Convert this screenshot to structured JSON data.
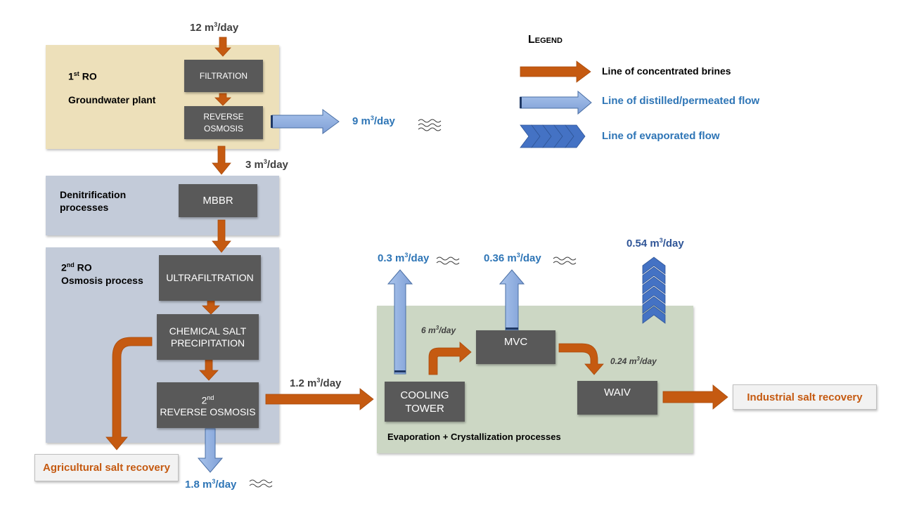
{
  "legend": {
    "title": "Legend",
    "items": [
      {
        "label": "Line of concentrated brines",
        "color": "#c55a11"
      },
      {
        "label": "Line of distilled/permeated flow",
        "color": "#8faadc"
      },
      {
        "label": "Line of evaporated flow",
        "color": "#4472c4"
      }
    ]
  },
  "sections": {
    "ro1": {
      "line1": "1",
      "line1_sup": "st",
      "line1_rest": " RO",
      "line2": "Groundwater plant"
    },
    "denitrification": {
      "label": "Denitrification processes"
    },
    "ro2": {
      "line1": "2",
      "line1_sup": "nd",
      "line1_rest": " RO",
      "line2": "Osmosis process"
    },
    "evaporation": {
      "label": "Evaporation + Crystallization processes"
    }
  },
  "boxes": {
    "filtration": "FILTRATION",
    "reverse_osmosis_1": "REVERSE",
    "reverse_osmosis_2": "OSMOSIS",
    "mbbr": "MBBR",
    "ultrafiltration": "ULTRAFILTRATION",
    "chem_1": "CHEMICAL SALT",
    "chem_2": "PRECIPITATION",
    "ro2_num": "2",
    "ro2_sup": "nd",
    "ro2_text": "REVERSE OSMOSIS",
    "cooling_1": "COOLING",
    "cooling_2": "TOWER",
    "mvc": "MVC",
    "waiv": "WAIV"
  },
  "flows": {
    "inflow": "12 m",
    "permeate_ro1": "9 m",
    "brine_ro1": "3 m",
    "brine_ro2": "1.2 m",
    "permeate_ro2": "1.8 m",
    "cooling_vapor": "0.3 m",
    "mvc_vapor": "0.36 m",
    "waiv_evaporated": "0.54 m",
    "to_mvc": "6 m",
    "to_waiv": "0.24 m",
    "unit_exp": "3",
    "unit_tail": "/day"
  },
  "outputs": {
    "agricultural": "Agricultural salt recovery",
    "industrial": "Industrial salt recovery"
  }
}
